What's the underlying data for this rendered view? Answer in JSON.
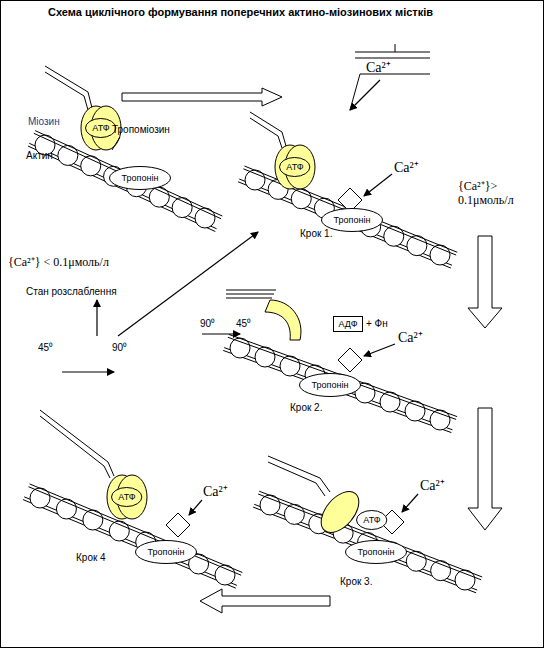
{
  "diagram": {
    "title": "Схема циклічного формування поперечних актино-міозинових містків",
    "nodes": [
      {
        "text": [
          "АТФ"
        ]
      },
      {
        "text": [
          "Тропонін"
        ]
      },
      {
        "text": [
          "АТФ"
        ]
      },
      {
        "text": [
          "Тропонін"
        ]
      },
      {
        "text": [
          "АДФ"
        ]
      },
      {
        "text": [
          "Тропонін"
        ]
      },
      {
        "text": [
          "АТФ"
        ]
      },
      {
        "text": [
          "Тропонін"
        ]
      },
      {
        "text": [
          "АТФ"
        ]
      },
      {
        "text": [
          "Тропонін"
        ]
      }
    ],
    "labels": [
      "Міозин",
      "Тропоміозин",
      "Актин",
      "Ca²⁺",
      "Ca²⁺",
      "Крок 1.",
      "{Ca²⁺}> 0.1μмоль/л",
      "{Ca²⁺} < 0.1μмоль/л",
      "Стан розслаблення",
      "45⁰",
      "90⁰",
      "90⁰",
      "45⁰",
      "+ Фн",
      "Ca²⁺",
      "Крок 2.",
      "Ca²⁺",
      "Крок 3.",
      "Ca²⁺",
      "Крок 4"
    ]
  }
}
